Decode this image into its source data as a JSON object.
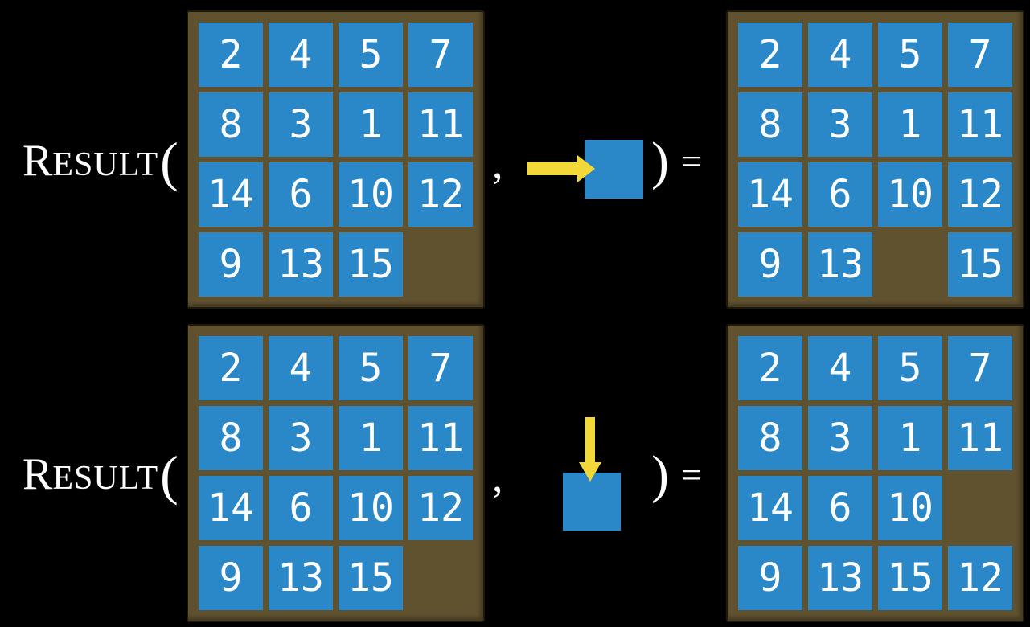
{
  "colors": {
    "background": "#000000",
    "tile_blue": "#2a88c8",
    "board_brown": "#60522f",
    "board_edge": "#1e180d",
    "arrow_yellow": "#f2d838",
    "text_white": "#ffffff"
  },
  "equation": {
    "function_initial": "R",
    "function_rest": "ESULT",
    "open_paren": "(",
    "separator": ",",
    "close_paren": ")",
    "equals": "="
  },
  "rows": [
    {
      "action": "move-right",
      "arrow_direction": "right",
      "input_grid": [
        [
          2,
          4,
          5,
          7
        ],
        [
          8,
          3,
          1,
          11
        ],
        [
          14,
          6,
          10,
          12
        ],
        [
          9,
          13,
          15,
          null
        ]
      ],
      "output_grid": [
        [
          2,
          4,
          5,
          7
        ],
        [
          8,
          3,
          1,
          11
        ],
        [
          14,
          6,
          10,
          12
        ],
        [
          9,
          13,
          null,
          15
        ]
      ]
    },
    {
      "action": "move-down",
      "arrow_direction": "down",
      "input_grid": [
        [
          2,
          4,
          5,
          7
        ],
        [
          8,
          3,
          1,
          11
        ],
        [
          14,
          6,
          10,
          12
        ],
        [
          9,
          13,
          15,
          null
        ]
      ],
      "output_grid": [
        [
          2,
          4,
          5,
          7
        ],
        [
          8,
          3,
          1,
          11
        ],
        [
          14,
          6,
          10,
          null
        ],
        [
          9,
          13,
          15,
          12
        ]
      ]
    }
  ]
}
